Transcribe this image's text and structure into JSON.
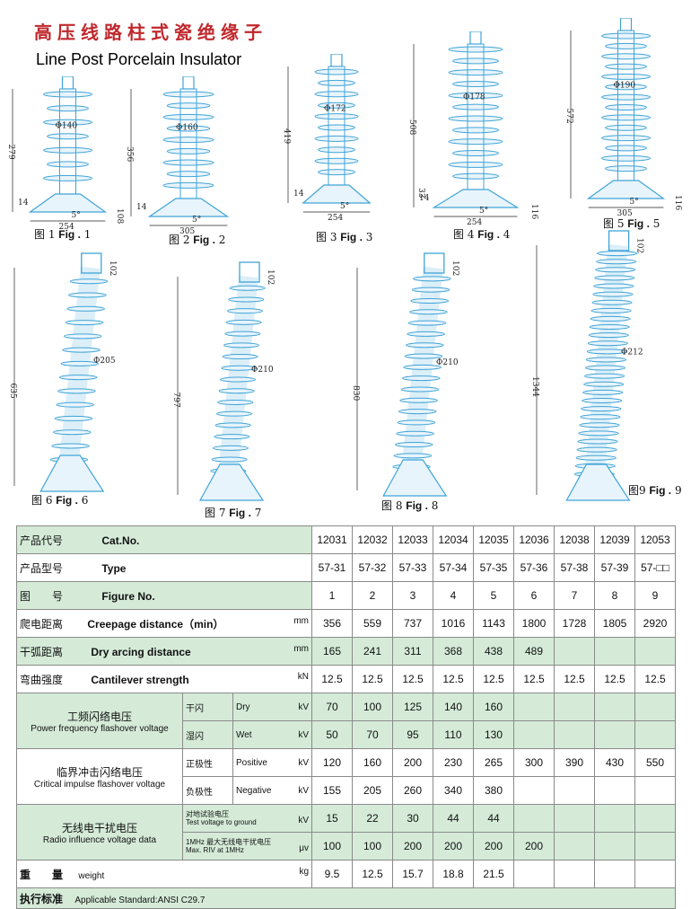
{
  "header": {
    "title_cn": "高压线路柱式瓷绝缘子",
    "title_en": "Line Post  Porcelain Insulator"
  },
  "figures": [
    {
      "cn": "图 1",
      "en": "Fig .",
      "num": "1",
      "h": "279",
      "d": "Φ140",
      "w": "254",
      "s": "108",
      "a": "5°",
      "b": "14"
    },
    {
      "cn": "图 2",
      "en": "Fig .",
      "num": "2",
      "h": "356",
      "d": "Φ160",
      "w": "305",
      "a": "5°",
      "b": "14"
    },
    {
      "cn": "图 3",
      "en": "Fig .",
      "num": "3",
      "h": "419",
      "d": "Φ172",
      "w": "254",
      "a": "5°",
      "b": "14"
    },
    {
      "cn": "图 4",
      "en": "Fig .",
      "num": "4",
      "h": "508",
      "d": "Φ178",
      "w": "254",
      "s": "116",
      "a": "5°",
      "b": "14",
      "c": "33"
    },
    {
      "cn": "图 5",
      "en": "Fig .",
      "num": "5",
      "h": "572",
      "d": "Φ190",
      "w": "305",
      "s": "116",
      "a": "5°"
    },
    {
      "cn": "图 6",
      "en": "Fig .",
      "num": "6",
      "h": "635",
      "d": "Φ205",
      "t": "102"
    },
    {
      "cn": "图 7",
      "en": "Fig .",
      "num": "7",
      "h": "797",
      "d": "Φ210",
      "t": "102"
    },
    {
      "cn": "图 8",
      "en": "Fig .",
      "num": "8",
      "h": "830",
      "d": "Φ210",
      "t": "102"
    },
    {
      "cn": "图9",
      "en": "Fig .",
      "num": "9",
      "h": "1344",
      "d": "Φ212",
      "t": "102"
    }
  ],
  "table": {
    "catno": {
      "cn": "产品代号",
      "en": "Cat.No.",
      "vals": [
        "12031",
        "12032",
        "12033",
        "12034",
        "12035",
        "12036",
        "12038",
        "12039",
        "12053"
      ]
    },
    "type": {
      "cn": "产品型号",
      "en": "Type",
      "vals": [
        "57-31",
        "57-32",
        "57-33",
        "57-34",
        "57-35",
        "57-36",
        "57-38",
        "57-39",
        "57-□□"
      ]
    },
    "figure": {
      "cn": "图　　号",
      "en": "Figure No.",
      "vals": [
        "1",
        "2",
        "3",
        "4",
        "5",
        "6",
        "7",
        "8",
        "9"
      ]
    },
    "creepage": {
      "cn": "爬电距离",
      "en": "Creepage distance（min）",
      "unit": "mm",
      "vals": [
        "356",
        "559",
        "737",
        "1016",
        "1143",
        "1800",
        "1728",
        "1805",
        "2920"
      ]
    },
    "dry_arc": {
      "cn": "干弧距离",
      "en": "Dry arcing distance",
      "unit": "mm",
      "vals": [
        "165",
        "241",
        "311",
        "368",
        "438",
        "489",
        "",
        "",
        ""
      ]
    },
    "cantilever": {
      "cn": "弯曲强度",
      "en": "Cantilever strength",
      "unit": "kN",
      "vals": [
        "12.5",
        "12.5",
        "12.5",
        "12.5",
        "12.5",
        "12.5",
        "12.5",
        "12.5",
        "12.5"
      ]
    },
    "pf": {
      "cn": "工频闪络电压",
      "en": "Power frequency flashover voltage",
      "dry": {
        "cn": "干闪",
        "en": "Dry",
        "unit": "kV",
        "vals": [
          "70",
          "100",
          "125",
          "140",
          "160",
          "",
          "",
          "",
          ""
        ]
      },
      "wet": {
        "cn": "湿闪",
        "en": "Wet",
        "unit": "kV",
        "vals": [
          "50",
          "70",
          "95",
          "110",
          "130",
          "",
          "",
          "",
          ""
        ]
      }
    },
    "ci": {
      "cn": "临界冲击闪络电压",
      "en": "Critical impulse flashover voltage",
      "pos": {
        "cn": "正极性",
        "en": "Positive",
        "unit": "kV",
        "vals": [
          "120",
          "160",
          "200",
          "230",
          "265",
          "300",
          "390",
          "430",
          "550"
        ]
      },
      "neg": {
        "cn": "负极性",
        "en": "Negative",
        "unit": "kV",
        "vals": [
          "155",
          "205",
          "260",
          "340",
          "380",
          "",
          "",
          "",
          ""
        ]
      }
    },
    "riv": {
      "cn": "无线电干扰电压",
      "en": "Radio influence voltage data",
      "test": {
        "cn": "对地试验电压",
        "en": "Test voltage to ground",
        "unit": "kV",
        "vals": [
          "15",
          "22",
          "30",
          "44",
          "44",
          "",
          "",
          "",
          ""
        ]
      },
      "max": {
        "cn": "1MHz 最大无线电干扰电压",
        "en": "Max. RIV at 1MHz",
        "unit": "μv",
        "vals": [
          "100",
          "100",
          "200",
          "200",
          "200",
          "200",
          "",
          "",
          ""
        ]
      }
    },
    "weight": {
      "cn": "重　　量",
      "en": "weight",
      "unit": "kg",
      "vals": [
        "9.5",
        "12.5",
        "15.7",
        "18.8",
        "21.5",
        "",
        "",
        "",
        ""
      ]
    },
    "standard": {
      "cn": "执行标准",
      "en": "Applicable  Standard:ANSI C29.7"
    }
  },
  "colors": {
    "insulator": "#3fa4d8",
    "dim": "#222222",
    "title": "#c0282d",
    "cell_green": "#d5ebd8"
  }
}
